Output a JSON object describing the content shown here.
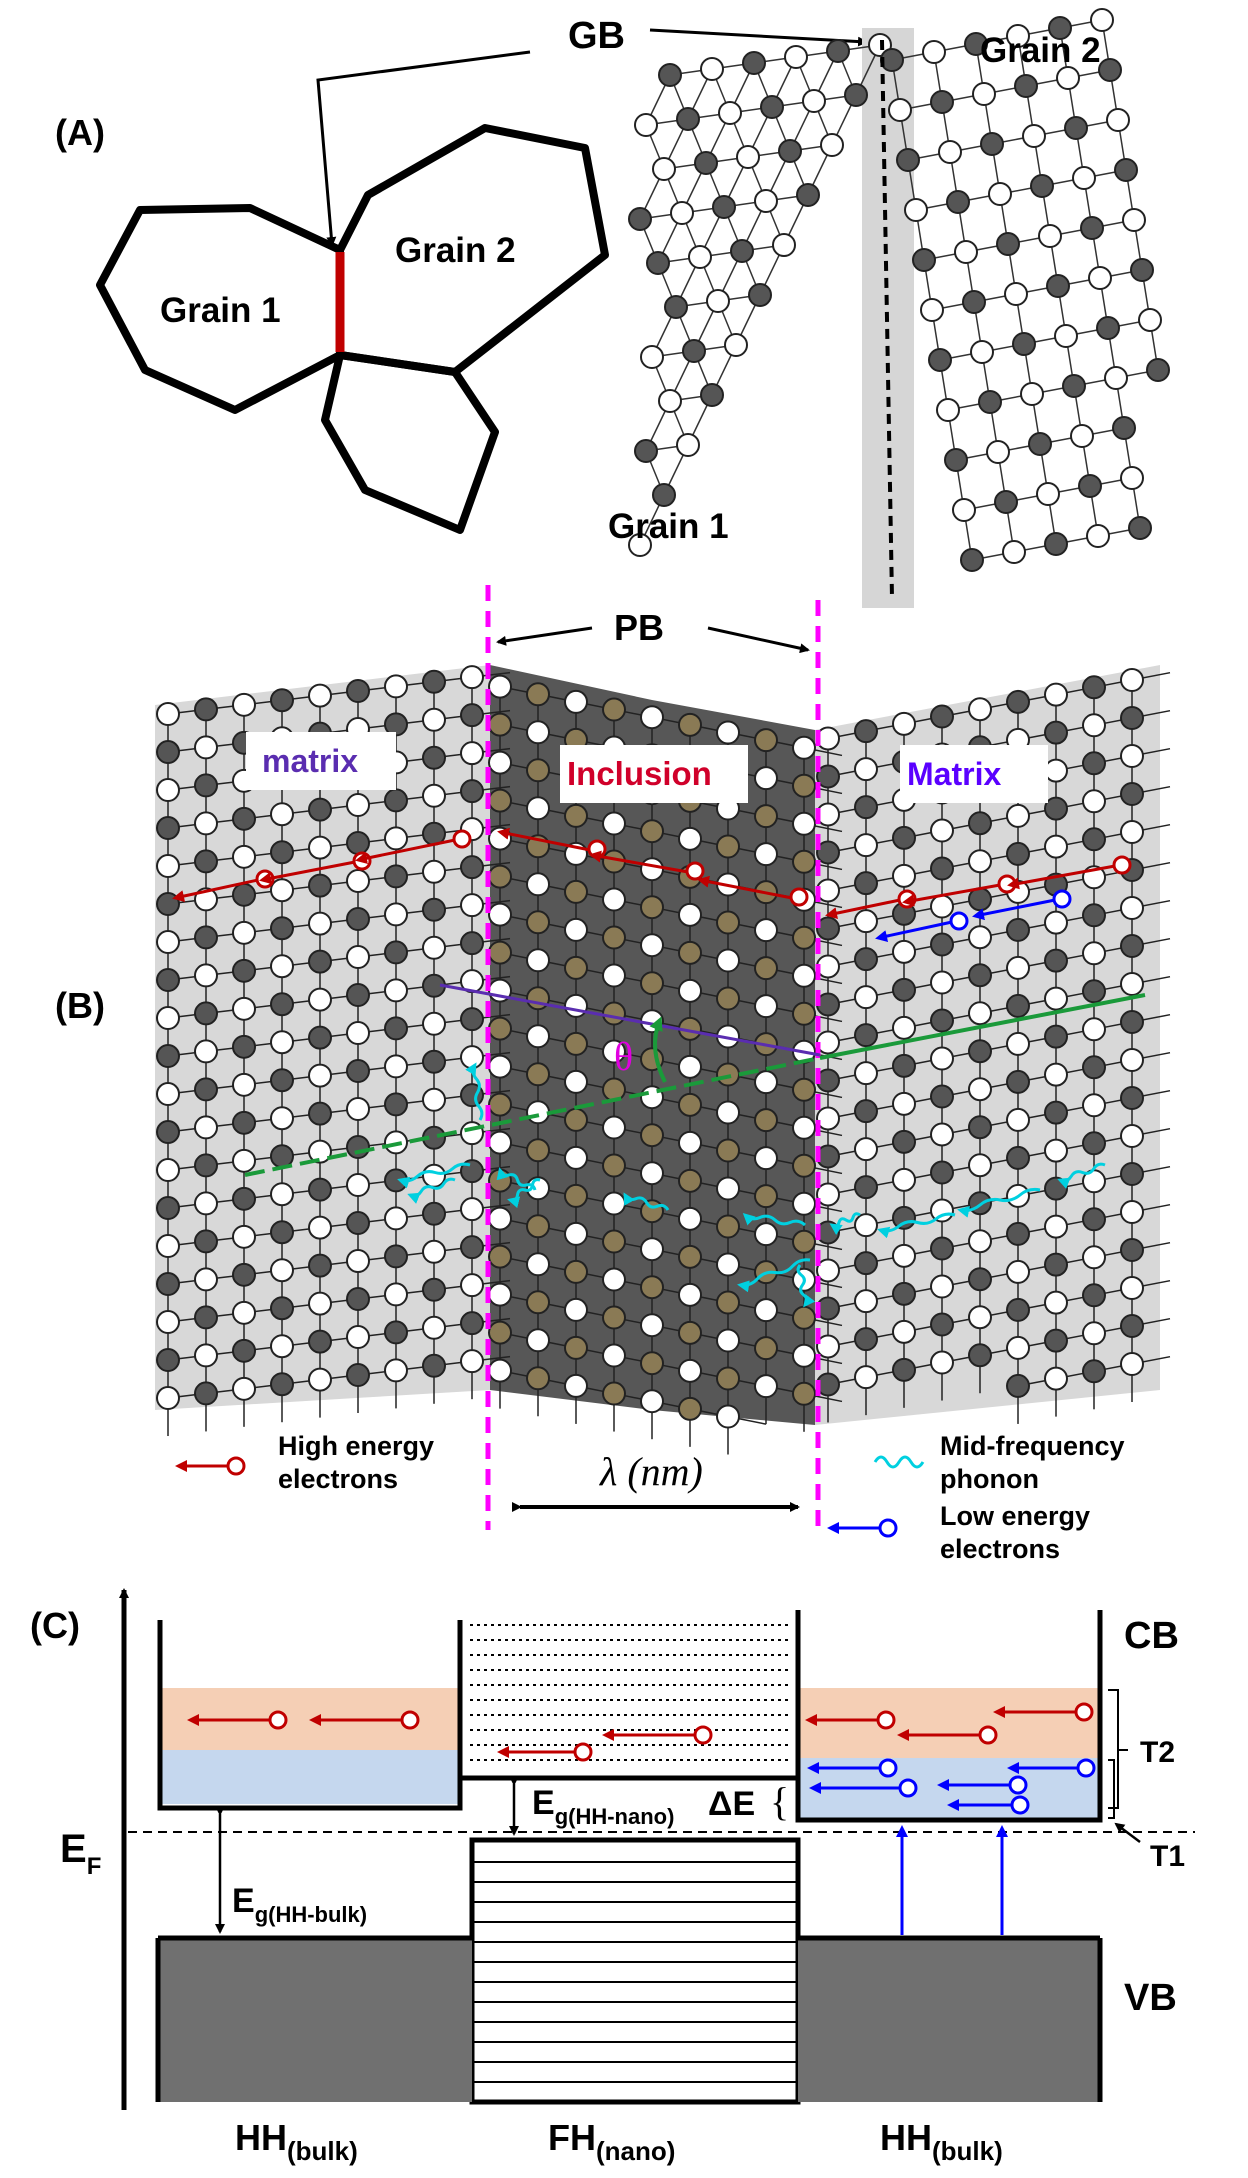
{
  "panel_a": {
    "label": "(A)",
    "gb": "GB",
    "grain1_schematic": "Grain 1",
    "grain2_schematic": "Grain 2",
    "grain1_lattice": "Grain 1",
    "grain2_lattice": "Grain 2"
  },
  "panel_b": {
    "label": "(B)",
    "pb": "PB",
    "matrix_left": "matrix",
    "inclusion": "Inclusion",
    "matrix_right": "Matrix",
    "theta": "θ",
    "lambda": "λ (nm)",
    "legend": {
      "high_energy": [
        "High energy",
        "electrons"
      ],
      "phonon": [
        "Mid-frequency",
        "phonon"
      ],
      "low_energy": [
        "Low energy",
        "electrons"
      ]
    }
  },
  "panel_c": {
    "label": "(C)",
    "ef": "E",
    "ef_sub": "F",
    "cb": "CB",
    "vb": "VB",
    "t1": "T1",
    "t2": "T2",
    "delta_e": "ΔE",
    "eg_nano": "E",
    "eg_nano_sub": "g(HH-nano)",
    "eg_bulk": "E",
    "eg_bulk_sub": "g(HH-bulk)",
    "hh_left": "HH",
    "hh_left_sub": "(bulk)",
    "fh": "FH",
    "fh_sub": "(nano)",
    "hh_right": "HH",
    "hh_right_sub": "(bulk)"
  },
  "colors": {
    "gb_red": "#c00000",
    "pb_magenta": "#ff00ff",
    "high_e": "#c00000",
    "low_e": "#0000ff",
    "phonon": "#00d0e0",
    "green_line": "#1a9a3a",
    "purple_line": "#5a2db0",
    "inclusion_dark": "#555555",
    "inclusion_atom": "#8a7a55",
    "band_orange": "#f5cfb5",
    "band_blue": "#c5d7ee",
    "band_gray": "#707070"
  }
}
